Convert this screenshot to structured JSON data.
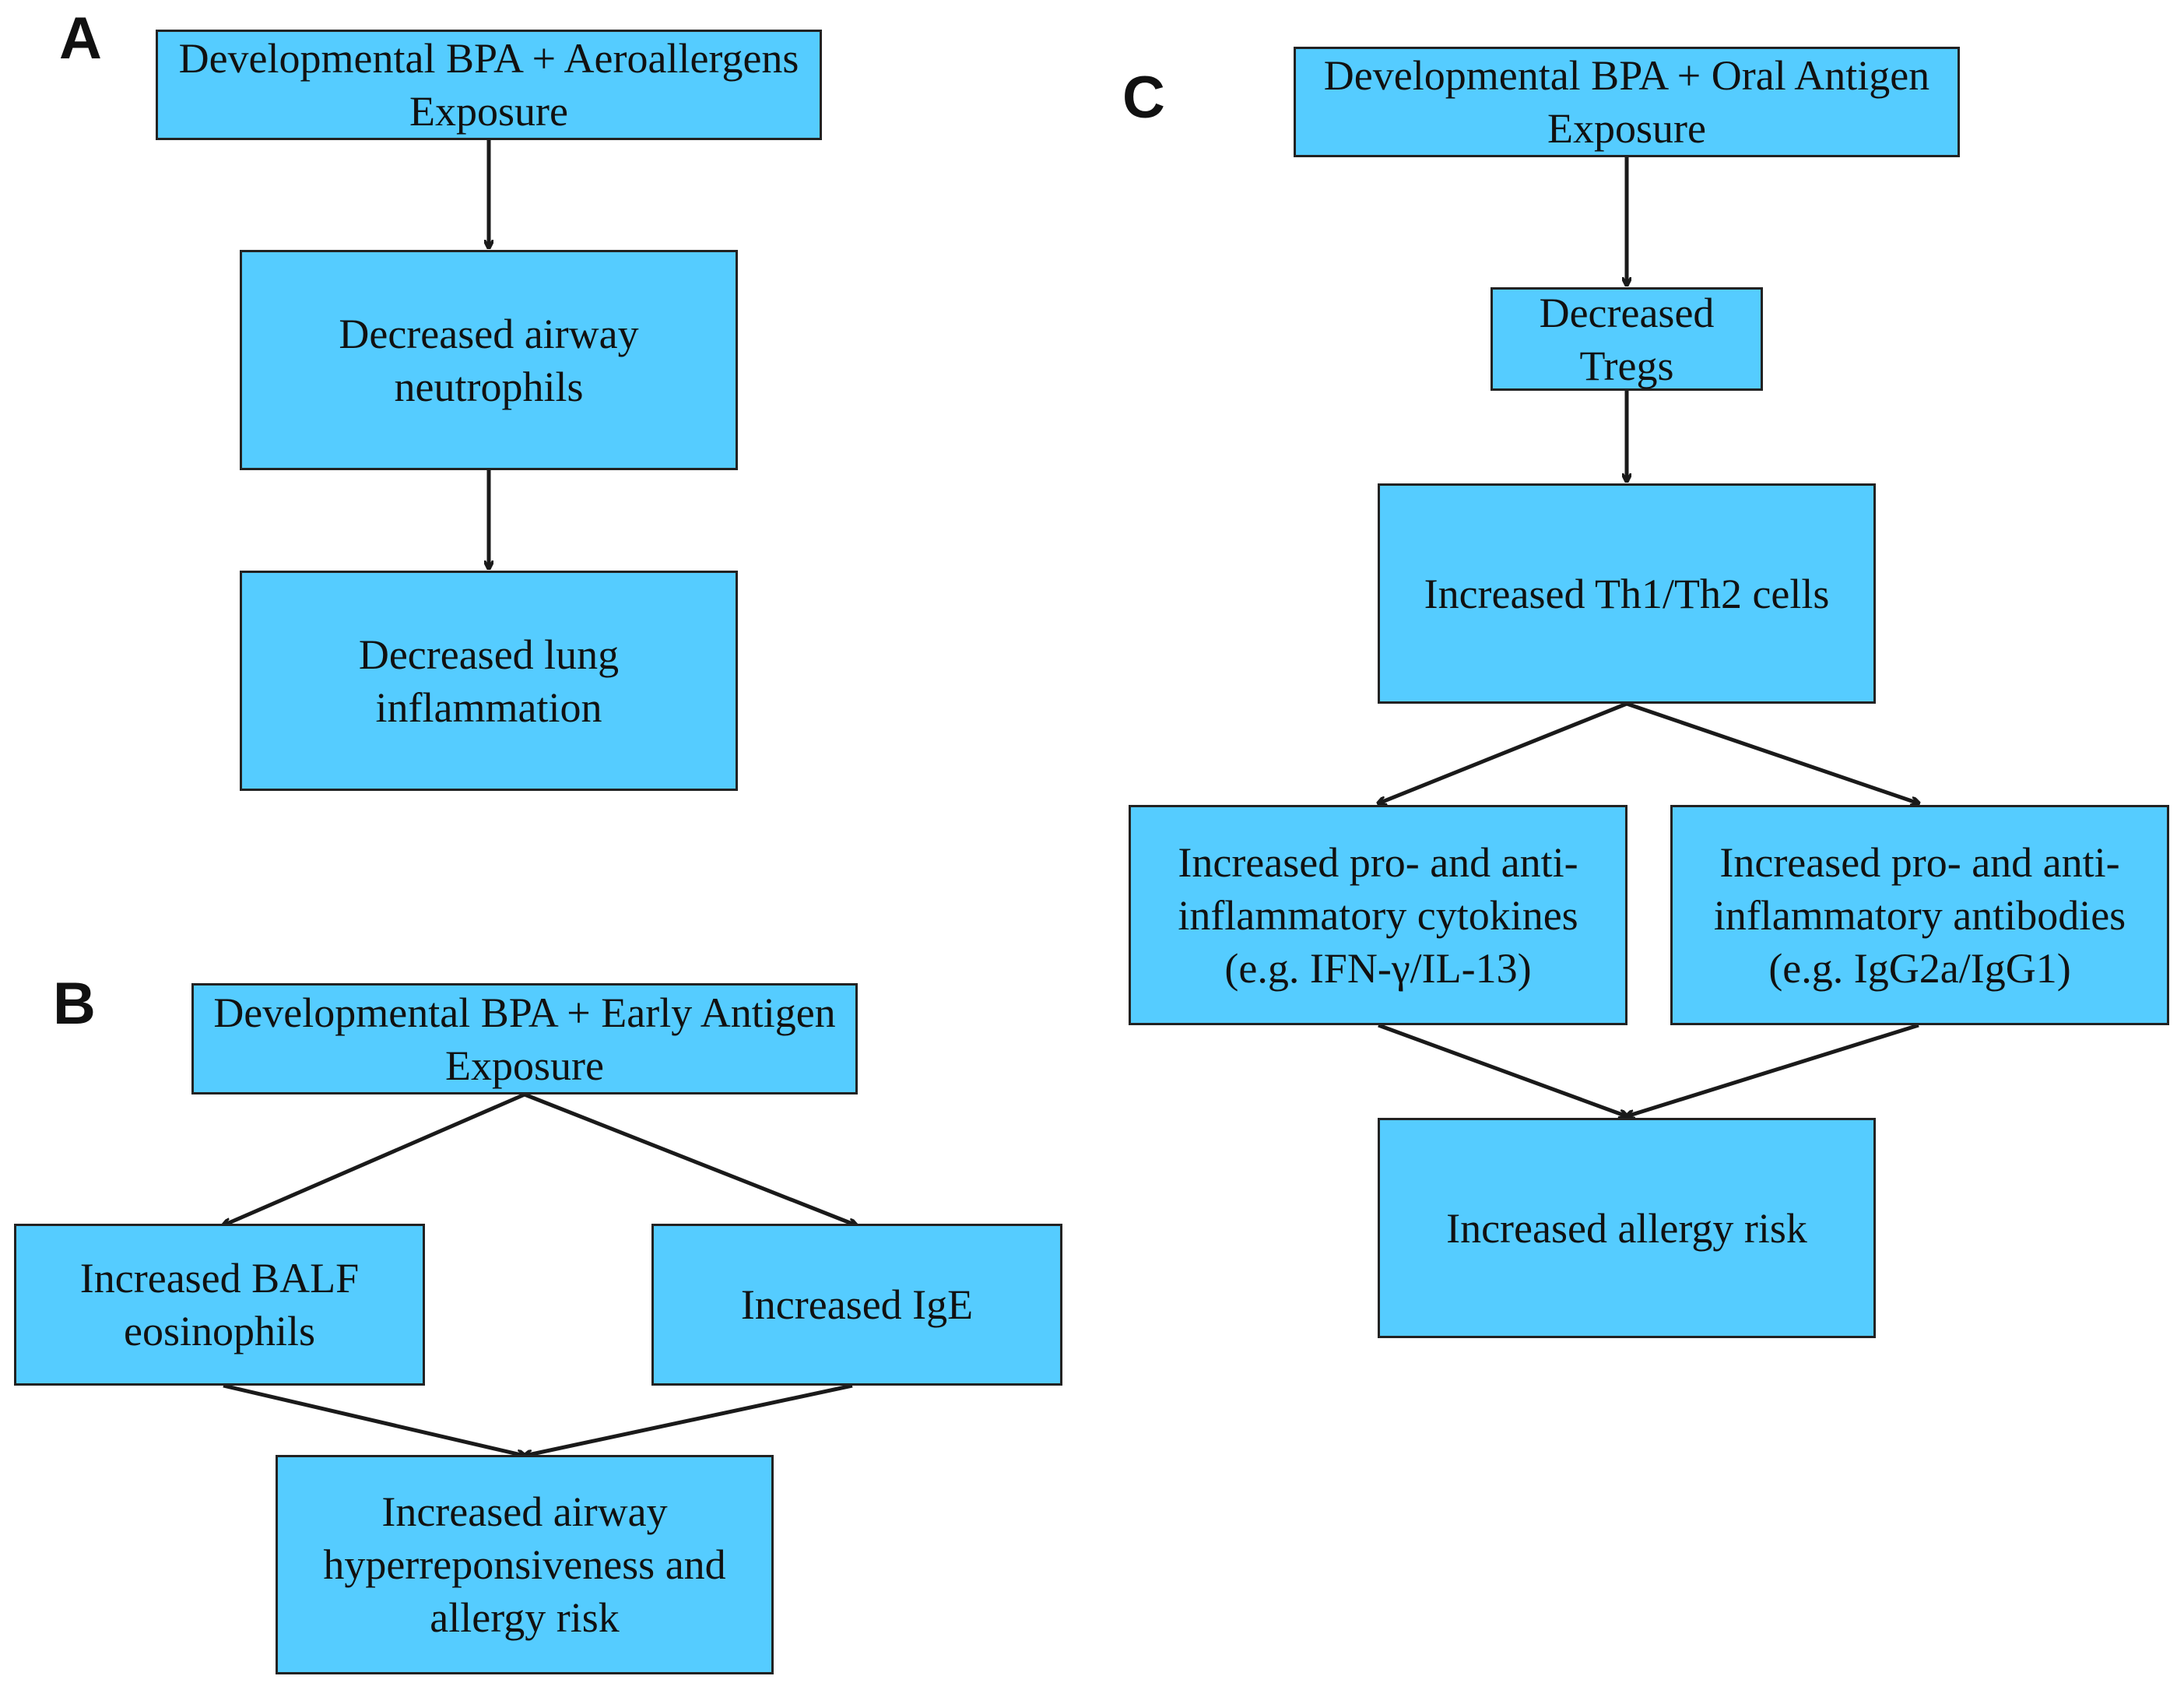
{
  "panels": {
    "a": {
      "label": "A",
      "nodes": {
        "start": "Developmental BPA + Aeroallergens Exposure",
        "neutrophils": "Decreased airway neutrophils",
        "inflammation": "Decreased lung inflammation"
      }
    },
    "b": {
      "label": "B",
      "nodes": {
        "start": "Developmental BPA + Early Antigen Exposure",
        "eosinophils": "Increased BALF eosinophils",
        "ige": "Increased IgE",
        "outcome": "Increased airway hyperreponsiveness and allergy risk"
      }
    },
    "c": {
      "label": "C",
      "nodes": {
        "start": "Developmental BPA + Oral Antigen Exposure",
        "tregs": "Decreased Tregs",
        "th_cells": "Increased Th1/Th2 cells",
        "cytokines": "Increased pro- and anti-inflammatory cytokines (e.g. IFN-γ/IL-13)",
        "antibodies": "Increased pro- and anti-inflammatory antibodies (e.g. IgG2a/IgG1)",
        "outcome": "Increased allergy risk"
      }
    }
  },
  "colors": {
    "box_fill": "#55ccff",
    "box_border": "#222222",
    "arrow": "#1a1a1a"
  }
}
